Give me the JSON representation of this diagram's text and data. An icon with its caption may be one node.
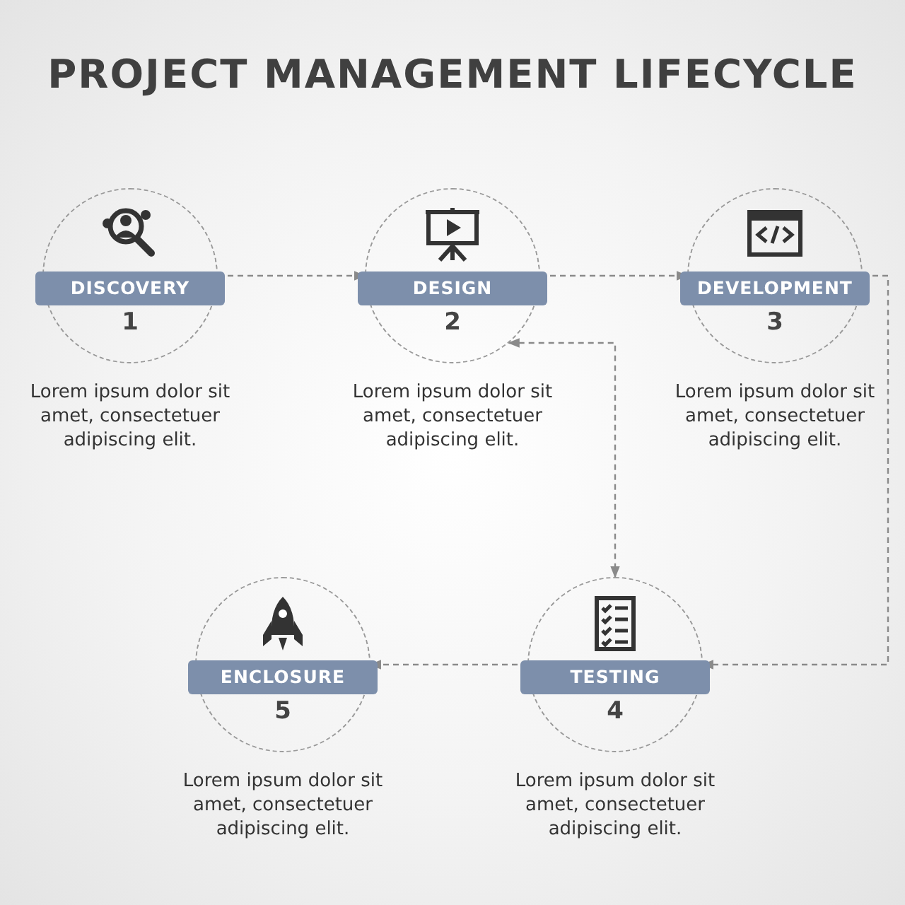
{
  "diagram": {
    "title": "PROJECT MANAGEMENT LIFECYCLE",
    "nodes": [
      {
        "text": [
          "DISCOVERY",
          "1"
        ],
        "beside": [
          "Lorem ipsum dolor sit amet, consectetuer adipiscing elit."
        ]
      },
      {
        "text": [
          "DESIGN",
          "2"
        ],
        "beside": [
          "Lorem ipsum dolor sit amet, consectetuer adipiscing elit."
        ]
      },
      {
        "text": [
          "DEVELOPMENT",
          "3"
        ],
        "beside": [
          "Lorem ipsum dolor sit amet, consectetuer adipiscing elit."
        ]
      },
      {
        "text": [
          "TESTING",
          "4"
        ],
        "beside": [
          "Lorem ipsum dolor sit amet, consectetuer adipiscing elit."
        ]
      },
      {
        "text": [
          "ENCLOSURE",
          "5"
        ],
        "beside": [
          "Lorem ipsum dolor sit amet, consectetuer adipiscing elit."
        ]
      }
    ],
    "edges": [
      {
        "from": 0,
        "to": 1,
        "arrow": "to",
        "style": "dashed"
      },
      {
        "from": 1,
        "to": 2,
        "arrow": "to",
        "style": "dashed"
      },
      {
        "from": 1,
        "to": 3,
        "arrow": "both",
        "style": "dashed"
      },
      {
        "from": 2,
        "to": 3,
        "arrow": "to",
        "style": "dashed"
      },
      {
        "from": 3,
        "to": 4,
        "arrow": "to",
        "style": "dashed"
      }
    ]
  }
}
